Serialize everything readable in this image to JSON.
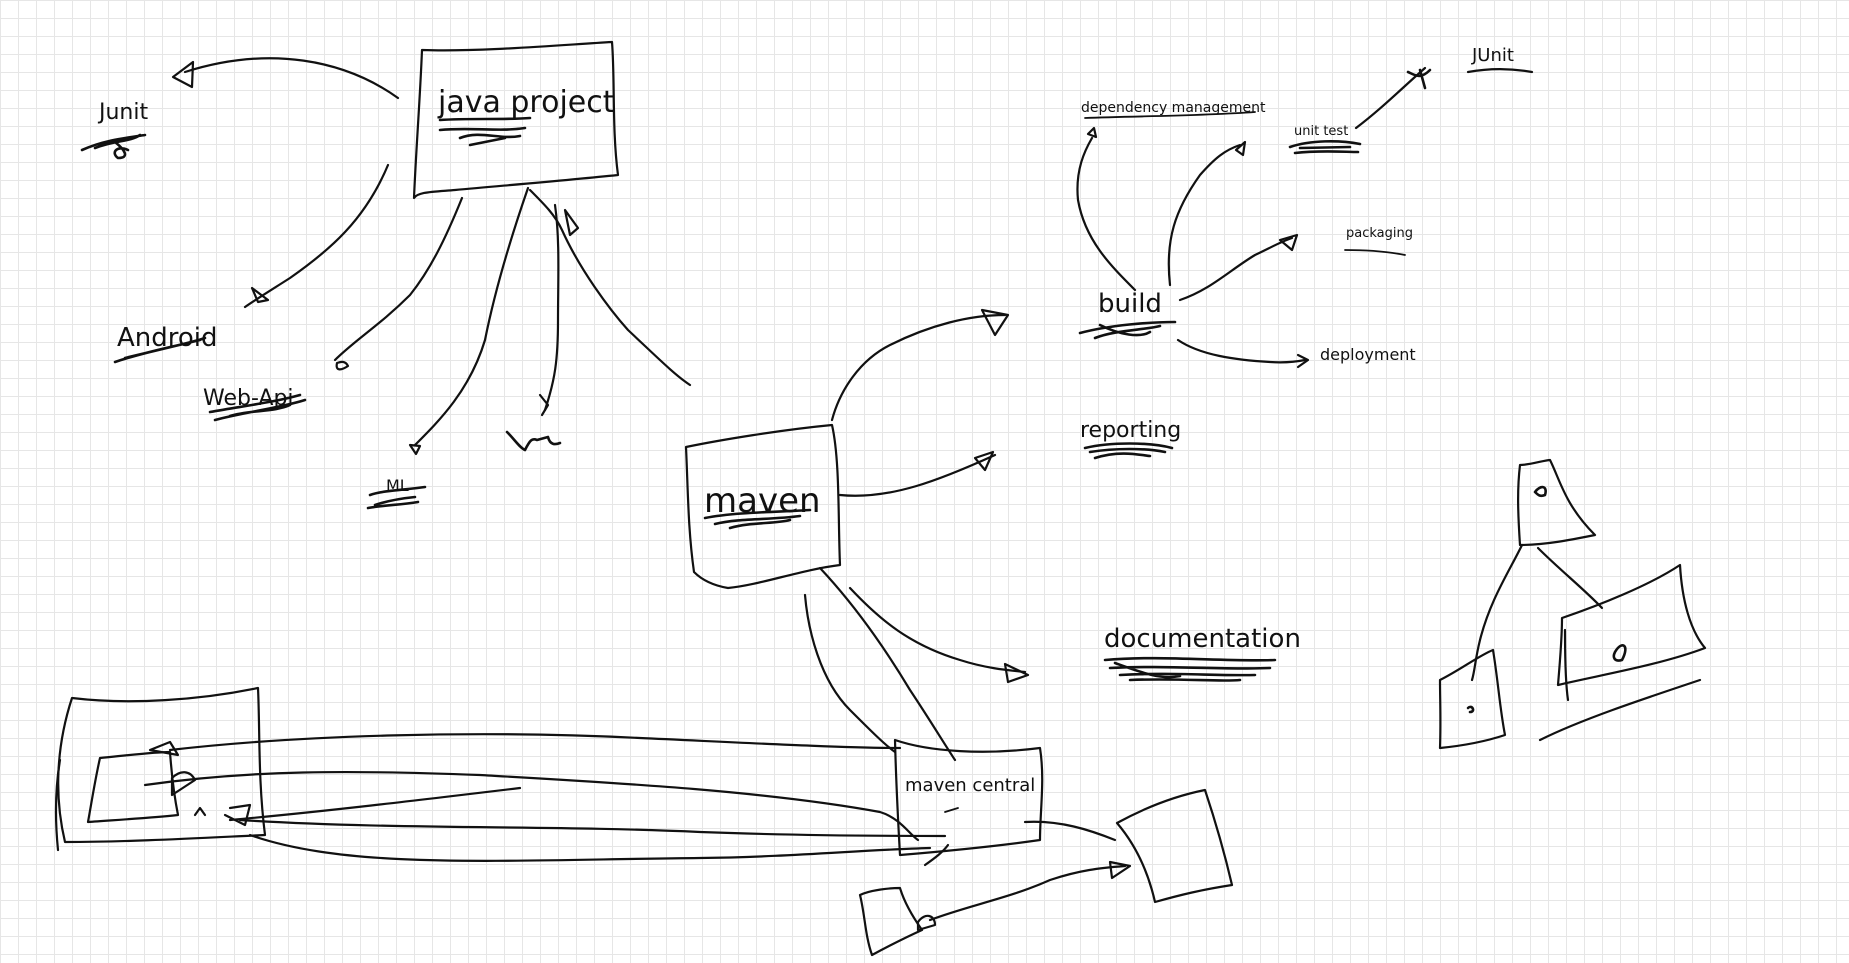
{
  "labels": {
    "java_project": "java project",
    "junit_left": "Junit",
    "android": "Android",
    "web_api": "Web-Api",
    "ml": "ML",
    "maven": "maven",
    "build": "build",
    "dependency_management": "dependency management",
    "unit_test": "unit test",
    "junit_right": "JUnit",
    "packaging": "packaging",
    "deployment": "deployment",
    "reporting": "reporting",
    "documentation": "documentation",
    "maven_central": "maven central"
  }
}
